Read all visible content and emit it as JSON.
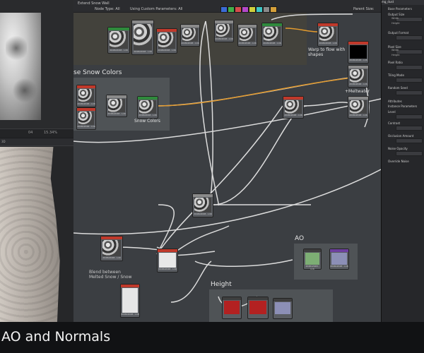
{
  "graph": {
    "toolbar": {
      "title": "Extend Snow Wall",
      "node_type": "Node Type: All",
      "params": "Using Custom Parameters: All",
      "parent_size": "Parent Size:"
    },
    "frames": {
      "top_note": "Warp to flow with shapes",
      "snow_colors": "se Snow Colors",
      "snow_colors_sub": "Snow Colors",
      "melt_water": "+Meltwater",
      "blend_note": "Blend between Melted Snow / Snow",
      "ao": "AO",
      "height": "Height"
    },
    "node_caption": "2048x2048 - L16",
    "swatch_colors": [
      "#3b6bd6",
      "#41b04a",
      "#d64c4c",
      "#b348c9",
      "#cfcf3c",
      "#3cc6c6",
      "#8a8a8a",
      "#d6a03a"
    ]
  },
  "left_panel": {
    "zoom": "15.34%",
    "bar_left": "04",
    "bar_mid": "3D"
  },
  "right_panel": {
    "title": "mg_dust",
    "sections": [
      {
        "label": "Base Parameters"
      },
      {
        "label": "Output Size"
      },
      {
        "label": "Output Format"
      },
      {
        "label": "Pixel Size"
      },
      {
        "label": "Pixel Ratio"
      },
      {
        "label": "Tiling Mode"
      },
      {
        "label": "Random Seed"
      },
      {
        "label": "Attributes"
      },
      {
        "label": "Instance Parameters"
      },
      {
        "label": "Level"
      },
      {
        "label": "Contrast"
      },
      {
        "label": "Occlusion Amount"
      },
      {
        "label": "Noise Opacity"
      },
      {
        "label": "Override Noise"
      }
    ],
    "sub_width": "Width",
    "sub_height": "Height"
  },
  "caption": "AO and Normals"
}
